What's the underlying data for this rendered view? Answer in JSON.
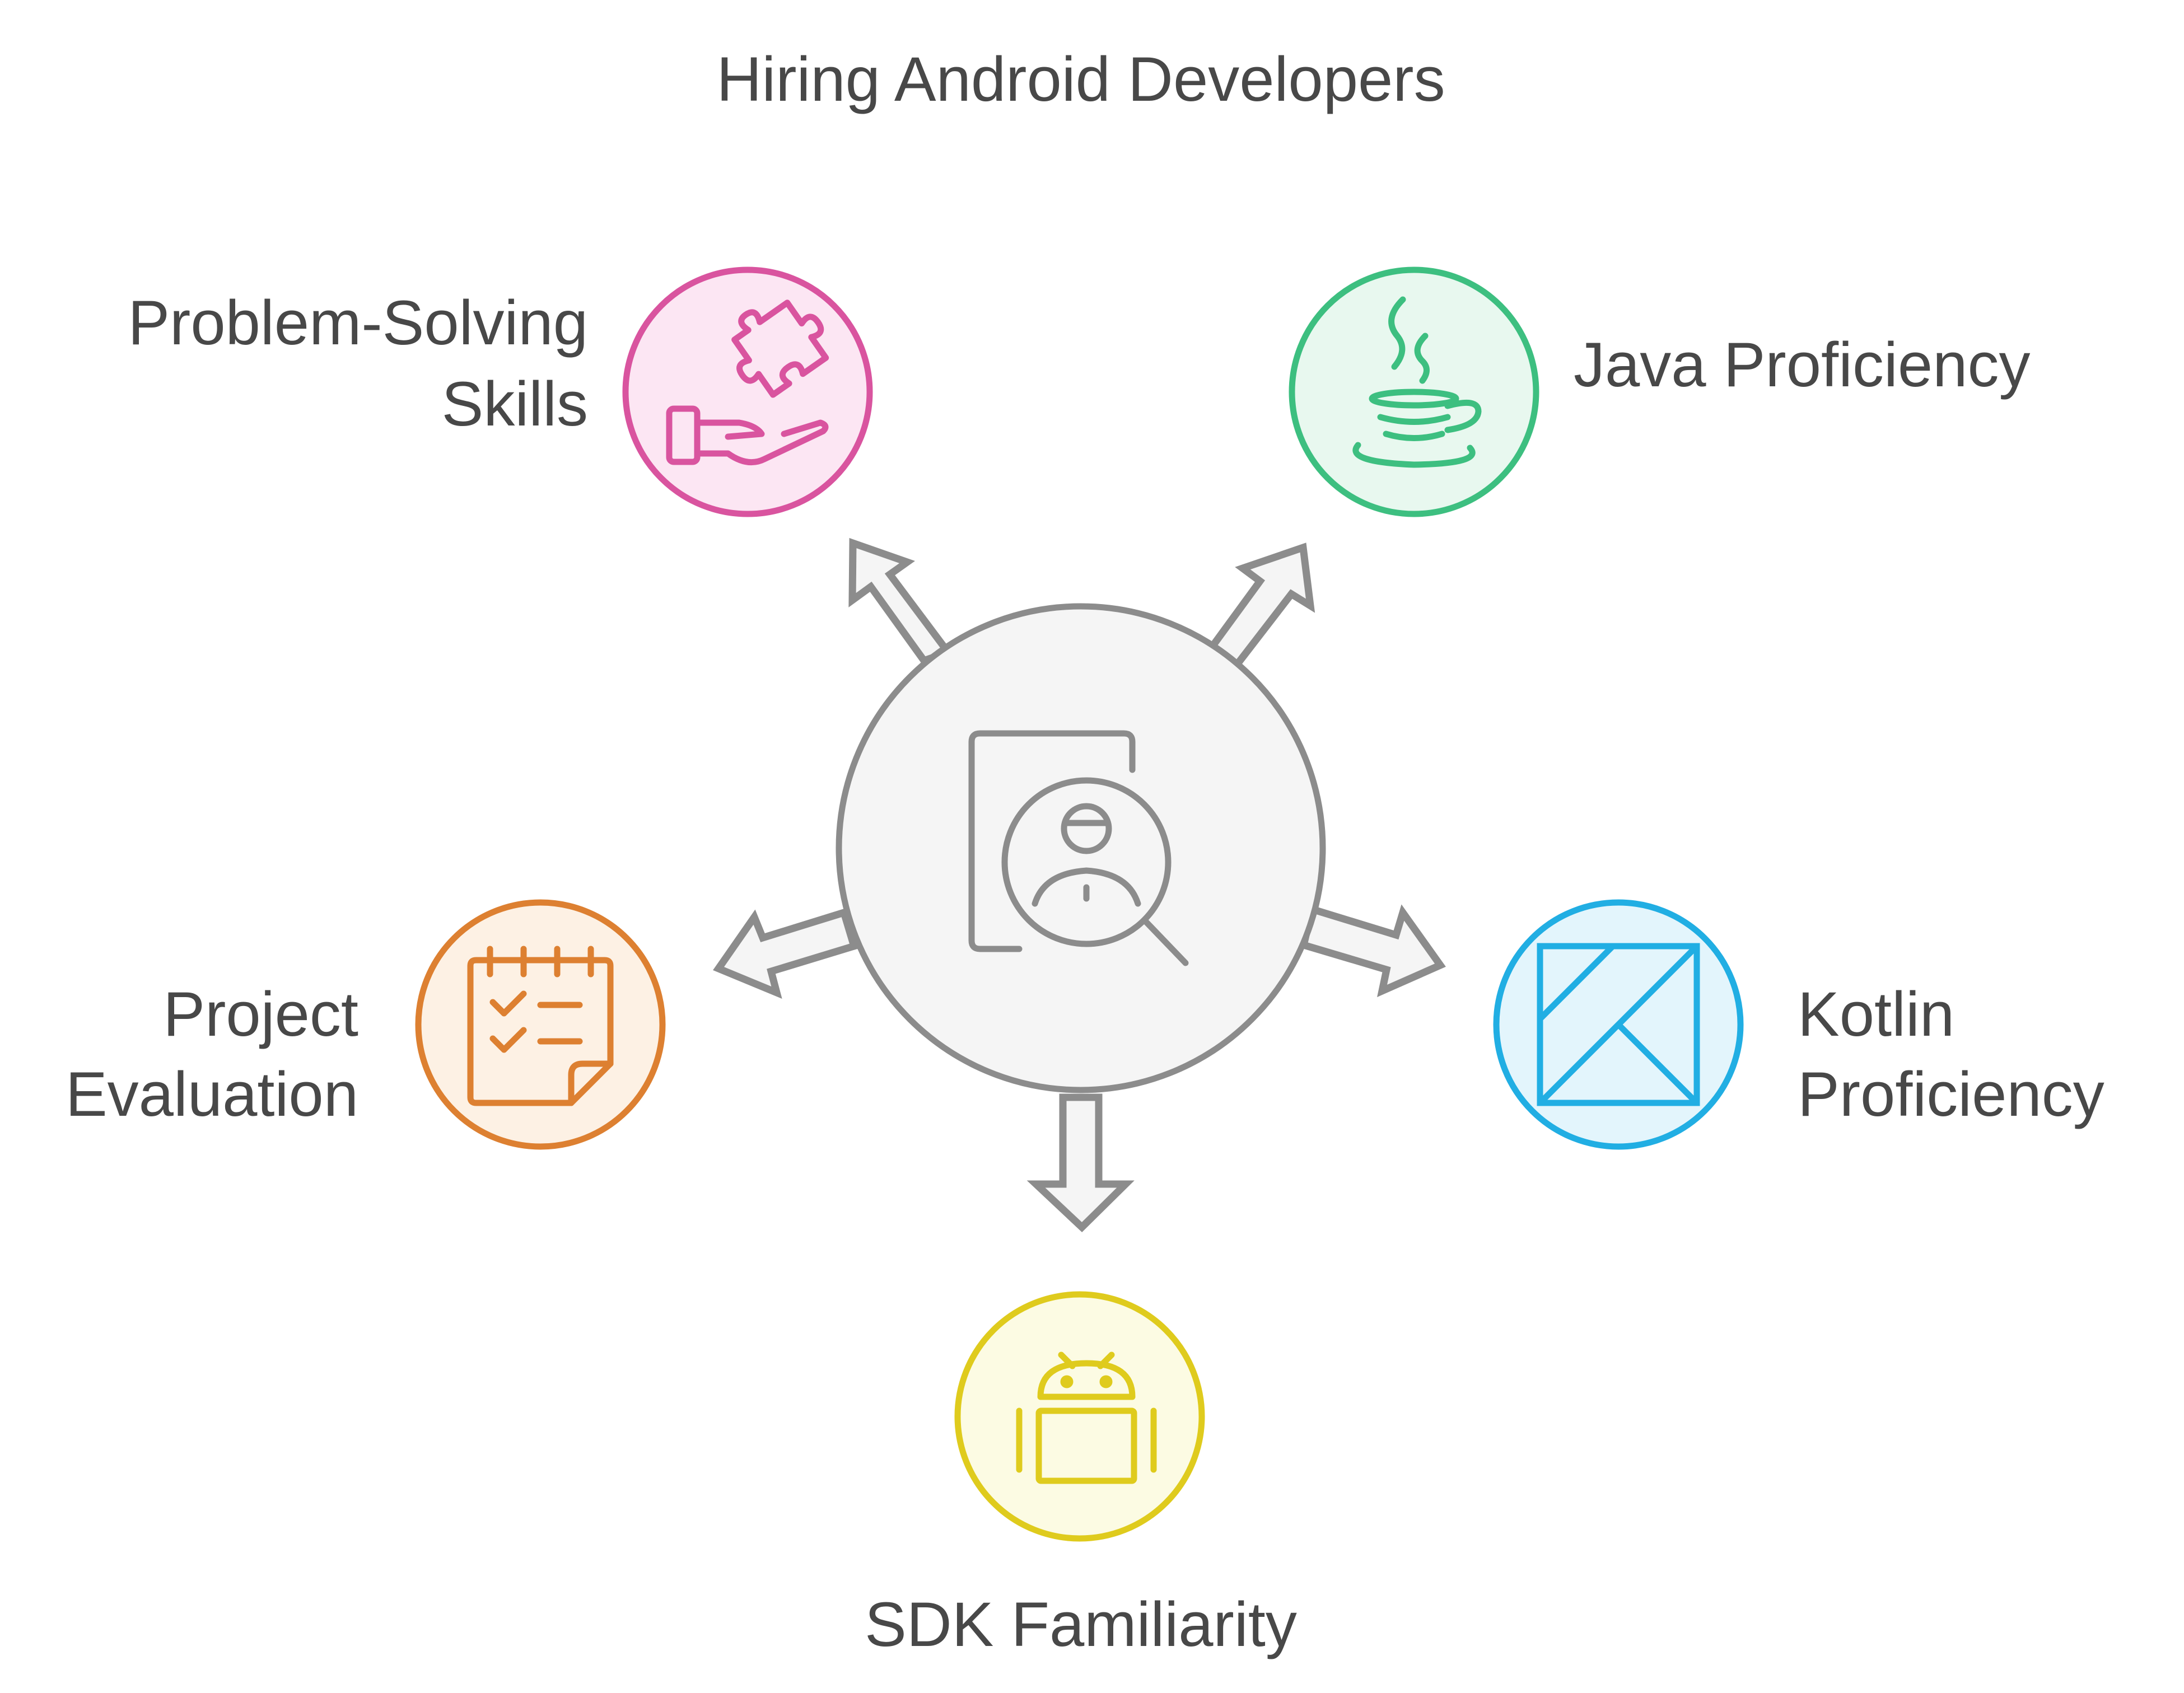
{
  "title": "Hiring Android Developers",
  "center": {
    "icon": "candidate-search-icon",
    "color": "#8c8c8c",
    "fill": "#f5f5f5"
  },
  "nodes": [
    {
      "id": "problem-solving",
      "lines": [
        "Problem-Solving",
        "Skills"
      ],
      "icon": "puzzle-hand-icon",
      "color": "#d9549f",
      "fill": "#fce6f3"
    },
    {
      "id": "java",
      "lines": [
        "Java Proficiency"
      ],
      "icon": "java-coffee-cup-icon",
      "color": "#3dbf80",
      "fill": "#e8f8ef"
    },
    {
      "id": "project-evaluation",
      "lines": [
        "Project",
        "Evaluation"
      ],
      "icon": "calendar-checklist-icon",
      "color": "#dd8031",
      "fill": "#fdf1e4"
    },
    {
      "id": "kotlin",
      "lines": [
        "Kotlin",
        "Proficiency"
      ],
      "icon": "kotlin-logo-icon",
      "color": "#21aee3",
      "fill": "#e3f5fc"
    },
    {
      "id": "sdk",
      "lines": [
        "SDK Familiarity"
      ],
      "icon": "android-robot-icon",
      "color": "#dfcb1d",
      "fill": "#fcfbe3"
    }
  ],
  "arrow_color": "#8c8c8c",
  "arrow_fill": "#f5f5f5"
}
